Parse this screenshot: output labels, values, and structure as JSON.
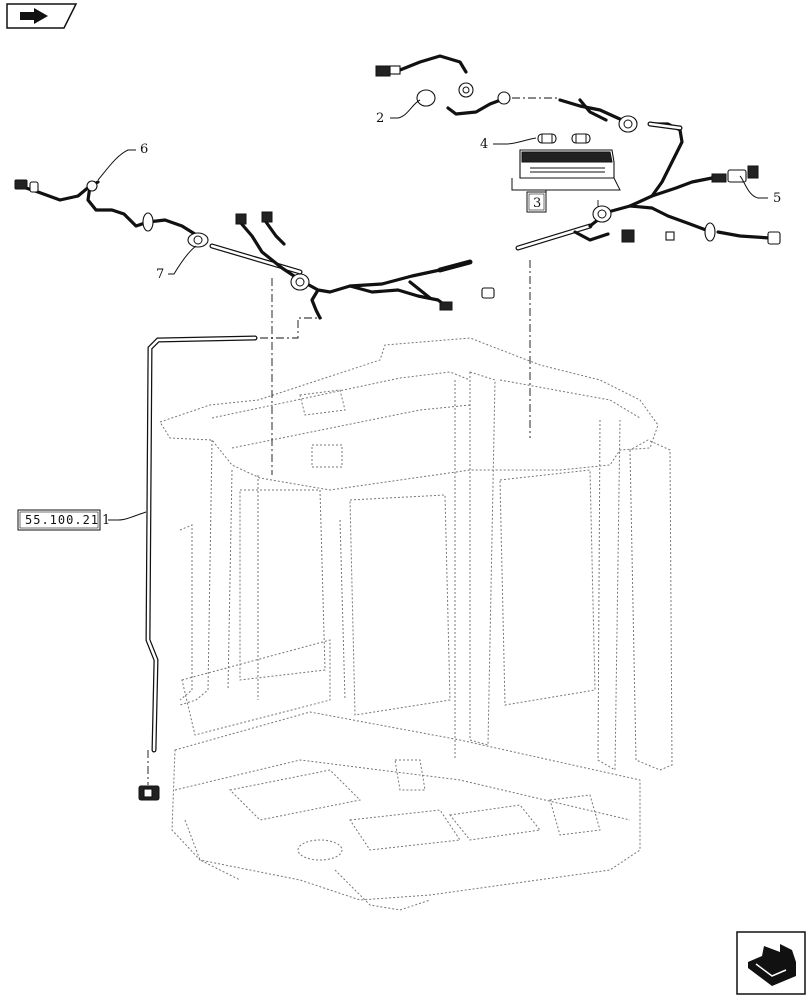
{
  "callouts": {
    "c1": "1",
    "c2": "2",
    "c3": "3",
    "c4": "4",
    "c5": "5",
    "c6": "6",
    "c7": "7"
  },
  "reference_box": "55.100.21",
  "icons": {
    "top_left": "page-back-arrow-icon",
    "bottom_right": "next-page-arrow-icon"
  }
}
